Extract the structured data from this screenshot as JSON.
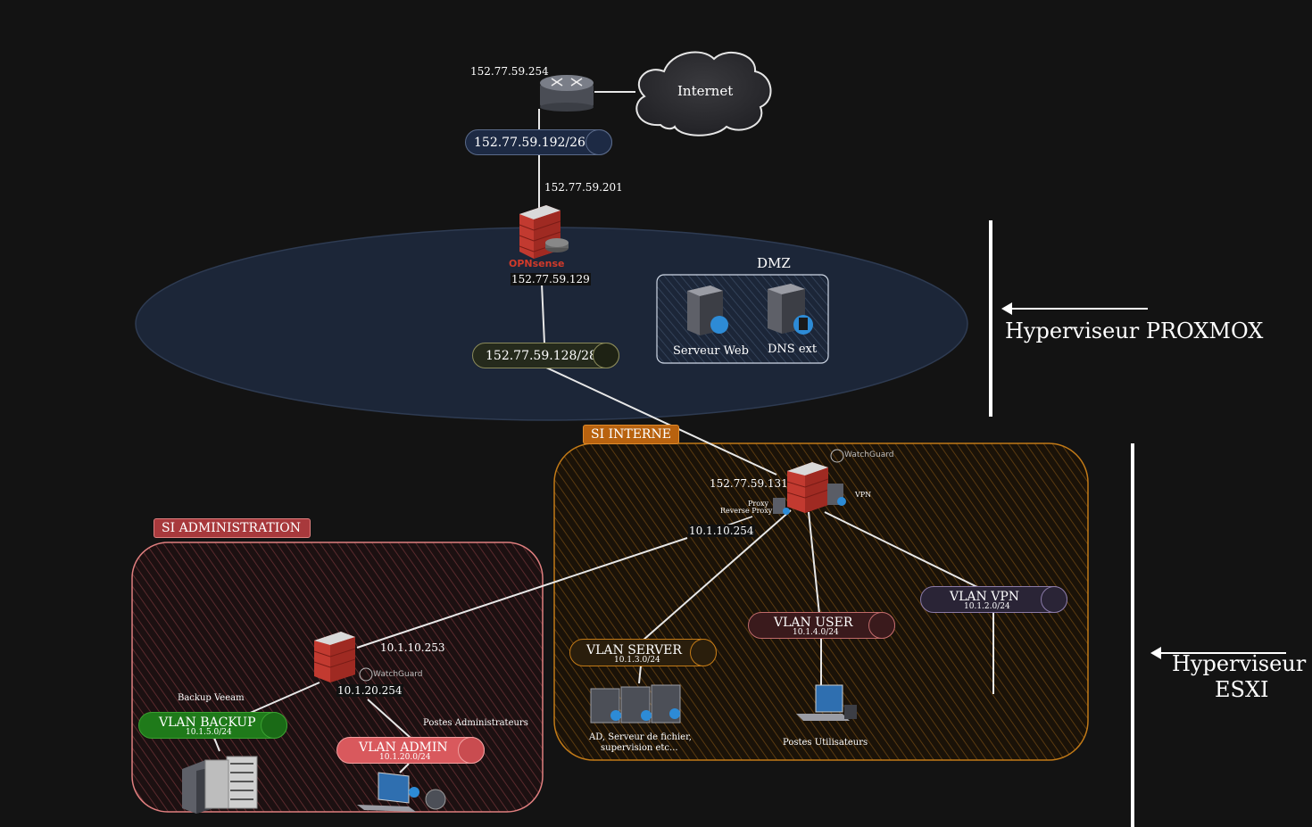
{
  "internet": {
    "label": "Internet",
    "router_ip": "152.77.59.254"
  },
  "wan": {
    "subnet": "152.77.59.192/26",
    "opnsense_wan_ip": "152.77.59.201"
  },
  "opnsense": {
    "logo": "OPNsense",
    "lan_ip": "152.77.59.129"
  },
  "dmz": {
    "title": "DMZ",
    "subnet": "152.77.59.128/28",
    "servers": [
      {
        "label": "Serveur Web"
      },
      {
        "label": "DNS ext"
      }
    ]
  },
  "proxmox": {
    "label": "Hyperviseur PROXMOX"
  },
  "esxi": {
    "label_line1": "Hyperviseur",
    "label_line2": "ESXI"
  },
  "si_interne": {
    "tag": "SI INTERNE",
    "watchguard_logo": "WatchGuard",
    "firewall_wan_ip": "152.77.59.131",
    "firewall_lan_ip": "10.1.10.254",
    "proxy_line1": "Proxy",
    "proxy_line2": "Reverse Proxy",
    "vpn_label": "VPN",
    "vlans": [
      {
        "name": "VLAN SERVER",
        "subnet": "10.1.3.0/24",
        "caption_line1": "AD, Serveur de fichier,",
        "caption_line2": "supervision etc..."
      },
      {
        "name": "VLAN USER",
        "subnet": "10.1.4.0/24",
        "caption_line1": "Postes Utilisateurs"
      },
      {
        "name": "VLAN VPN",
        "subnet": "10.1.2.0/24"
      }
    ]
  },
  "si_admin": {
    "tag": "SI ADMINISTRATION",
    "watchguard_logo": "WatchGuard",
    "firewall_wan_ip": "10.1.10.253",
    "firewall_lan_ip": "10.1.20.254",
    "vlans": [
      {
        "name": "VLAN BACKUP",
        "subnet": "10.1.5.0/24",
        "caption": "Backup Veeam"
      },
      {
        "name": "VLAN ADMIN",
        "subnet": "10.1.20.0/24",
        "caption": "Postes Administrateurs"
      }
    ]
  },
  "colors": {
    "background": "#131313",
    "dmz_ellipse": "#1c2638",
    "si_interne": "#c27a17",
    "si_admin": "#e07f7f",
    "firewall_brick": "#c23a30",
    "vlan_backup": "#1f7a1a",
    "vlan_admin": "#d9595d"
  }
}
